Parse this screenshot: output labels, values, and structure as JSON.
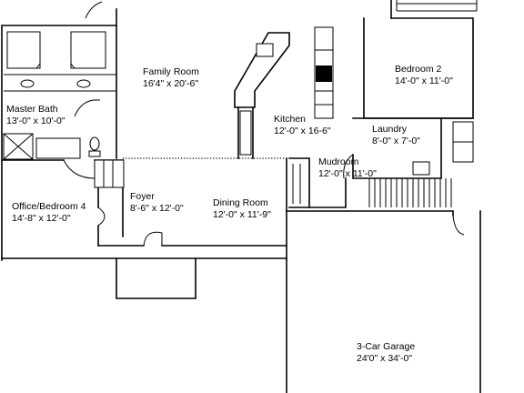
{
  "rooms": {
    "master_bath": {
      "name": "Master Bath",
      "size": "13'-0\" x 10'-0\""
    },
    "family_room": {
      "name": "Family Room",
      "size": "16'4\" x 20'-6\""
    },
    "kitchen": {
      "name": "Kitchen",
      "size": "12'-0\" x 16-6\""
    },
    "bedroom2": {
      "name": "Bedroom 2",
      "size": "14'-0\" x 11'-0\""
    },
    "laundry": {
      "name": "Laundry",
      "size": "8'-0\" x 7'-0\""
    },
    "mudroom": {
      "name": "Mudroom",
      "size": "12'-0\" x 11'-0\""
    },
    "office": {
      "name": "Office/Bedroom 4",
      "size": "14'-8\" x 12'-0\""
    },
    "foyer": {
      "name": "Foyer",
      "size": "8'-6\" x 12'-0\""
    },
    "dining_room": {
      "name": "Dining Room",
      "size": "12'-0\" x 11'-9\""
    },
    "garage": {
      "name": "3-Car Garage",
      "size": "24'0\" x 34'-0\""
    }
  }
}
